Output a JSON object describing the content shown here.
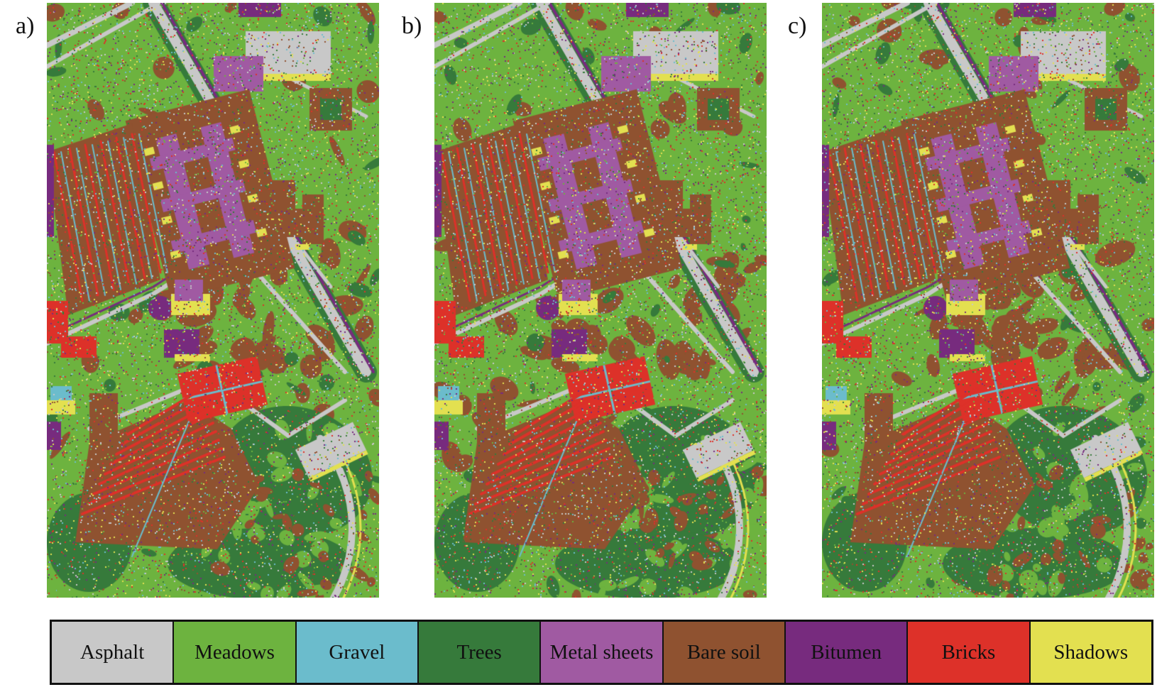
{
  "panels": [
    {
      "label": "a)"
    },
    {
      "label": "b)"
    },
    {
      "label": "c)"
    }
  ],
  "classes": [
    {
      "name": "Asphalt",
      "color": "#c8c8c8"
    },
    {
      "name": "Meadows",
      "color": "#6db33f"
    },
    {
      "name": "Gravel",
      "color": "#6bbccc"
    },
    {
      "name": "Trees",
      "color": "#367a3b"
    },
    {
      "name": "Metal sheets",
      "color": "#a05aa2"
    },
    {
      "name": "Bare soil",
      "color": "#8f5230"
    },
    {
      "name": "Bitumen",
      "color": "#772b7e"
    },
    {
      "name": "Bricks",
      "color": "#dd3129"
    },
    {
      "name": "Shadows",
      "color": "#e3e050"
    }
  ]
}
